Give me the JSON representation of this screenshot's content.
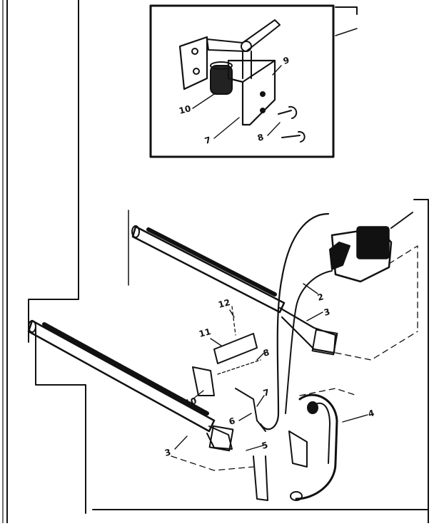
{
  "colors": {
    "ink": "#111111",
    "paper": "#ffffff"
  },
  "labels": {
    "inset_9": "9",
    "inset_10": "10",
    "inset_7": "7",
    "inset_8": "8",
    "main_2": "2",
    "main_3_right": "3",
    "main_12": "12",
    "main_11": "11",
    "main_8": "8",
    "main_10": "10",
    "main_7": "7",
    "main_6": "6",
    "main_5": "5",
    "main_4": "4",
    "main_3_left": "3"
  }
}
